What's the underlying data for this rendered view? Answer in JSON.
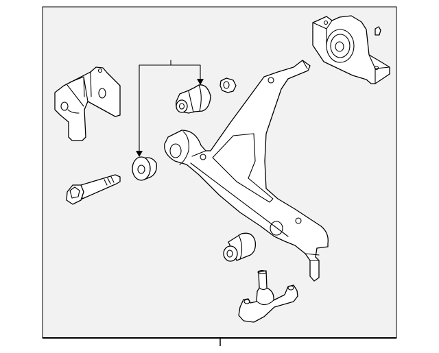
{
  "diagram": {
    "labels": [],
    "colors": {
      "panel_background": "#f2f2f2",
      "line": "#000000",
      "part_fill": "#ffffff"
    },
    "parts": [
      "mounting-bracket",
      "rear-bushing",
      "flange-nut",
      "pillow-block-bushing",
      "lower-control-arm",
      "flange-bushing",
      "bolt",
      "front-bushing",
      "ball-joint"
    ]
  }
}
